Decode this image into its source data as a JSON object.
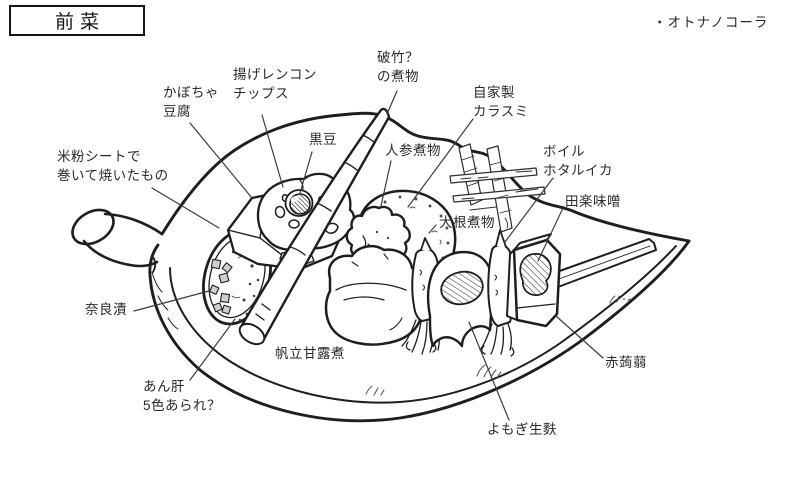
{
  "page": {
    "background": "#ffffff",
    "ink_color": "#1e1e1e",
    "label_color": "#2a2a2a"
  },
  "title": {
    "label": "前菜"
  },
  "side_note": {
    "text": "・オトナノコーラ"
  },
  "diagram": {
    "food_labels": [
      {
        "id": "rice-flour-wrap",
        "text": "米粉シートで\n巻いて焼いたもの"
      },
      {
        "id": "kabocha-tofu",
        "text": "かぼちゃ\n豆腐"
      },
      {
        "id": "fried-renkon-chips",
        "text": "揚げレンコン\nチップス"
      },
      {
        "id": "kuromame",
        "text": "黒豆"
      },
      {
        "id": "hachiku-nimono",
        "text": "破竹？\nの煮物"
      },
      {
        "id": "ninjin-nimono",
        "text": "人参煮物"
      },
      {
        "id": "homemade-karasumi",
        "text": "自家製\nカラスミ"
      },
      {
        "id": "daikon-nimono",
        "text": "大根煮物"
      },
      {
        "id": "boiled-hotaruika",
        "text": "ボイル\nホタルイカ"
      },
      {
        "id": "dengaku-miso",
        "text": "田楽味噌"
      },
      {
        "id": "narazuke",
        "text": "奈良漬"
      },
      {
        "id": "ankimo-arare",
        "text": "あん肝\n5色あられ？"
      },
      {
        "id": "hotate-kanroni",
        "text": "帆立甘露煮"
      },
      {
        "id": "yomogi-namafu",
        "text": "よもぎ生麩"
      },
      {
        "id": "aka-konnyaku",
        "text": "赤蒟蒻"
      }
    ]
  }
}
